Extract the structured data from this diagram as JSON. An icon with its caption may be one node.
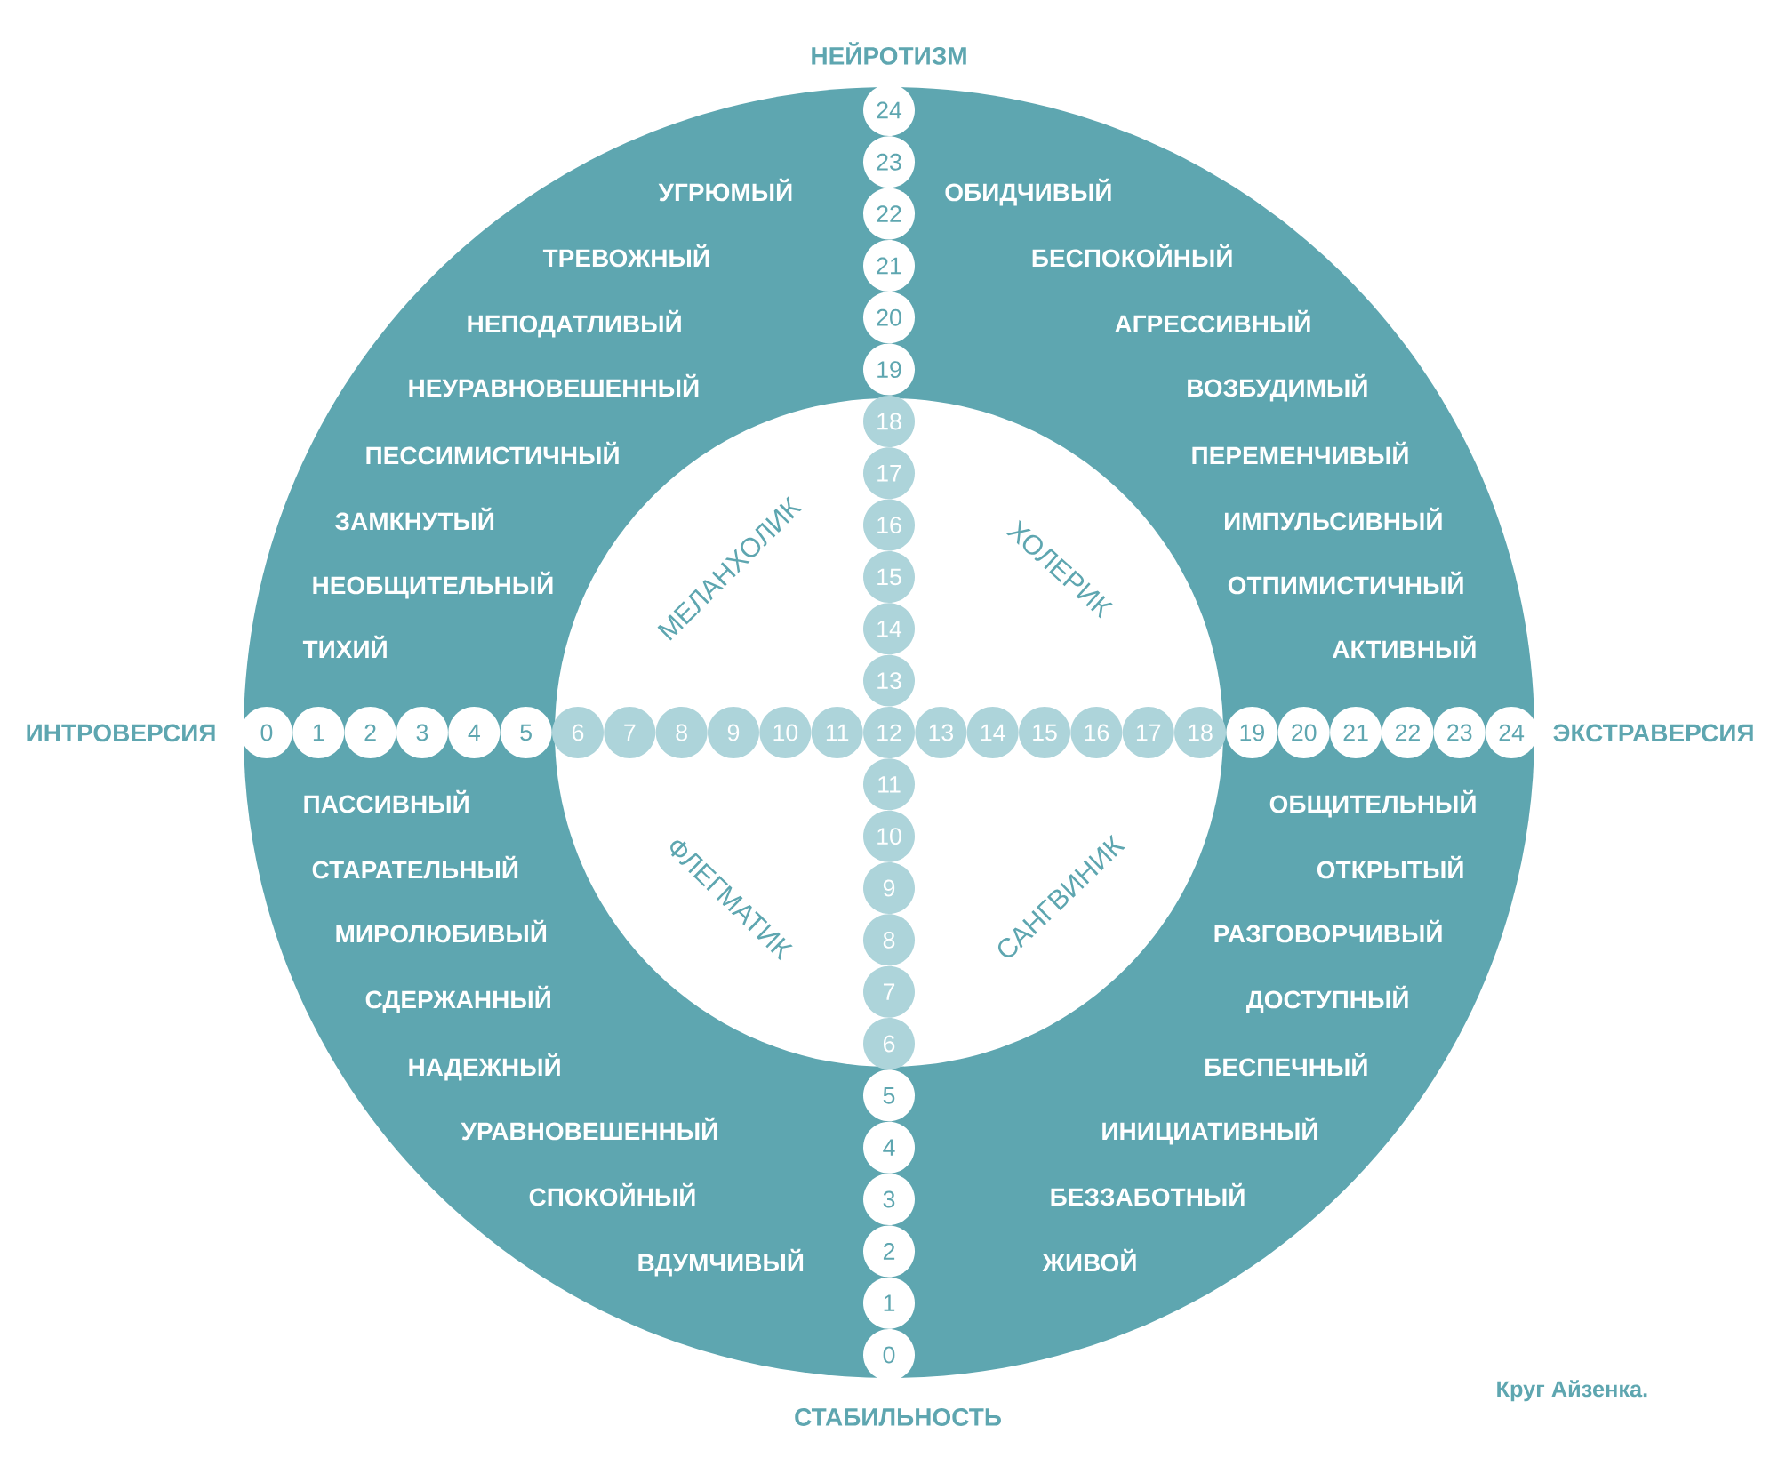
{
  "diagram": {
    "caption": "Круг Айзенка.",
    "nodes": [
      {
        "text": [
          "УГРЮМЫЙ",
          "ТРЕВОЖНЫЙ",
          "НЕПОДАТЛИВЫЙ",
          "НЕУРАВНОВЕШЕННЫЙ",
          "ПЕССИМИСТИЧНЫЙ",
          "ЗАМКНУТЫЙ",
          "НЕОБЩИТЕЛЬНЫЙ",
          "ТИХИЙ",
          "ОБИДЧИВЫЙ",
          "БЕСПОКОЙНЫЙ",
          "АГРЕССИВНЫЙ",
          "ВОЗБУДИМЫЙ",
          "ПЕРЕМЕНЧИВЫЙ",
          "ИМПУЛЬСИВНЫЙ",
          "ОТПИМИСТИЧНЫЙ",
          "АКТИВНЫЙ",
          "ПАССИВНЫЙ",
          "СТАРАТЕЛЬНЫЙ",
          "МИРОЛЮБИВЫЙ",
          "СДЕРЖАННЫЙ",
          "НАДЕЖНЫЙ",
          "УРАВНОВЕШЕННЫЙ",
          "СПОКОЙНЫЙ",
          "ВДУМЧИВЫЙ",
          "ОБЩИТЕЛЬНЫЙ",
          "ОТКРЫТЫЙ",
          "РАЗГОВОРЧИВЫЙ",
          "ДОСТУПНЫЙ",
          "БЕСПЕЧНЫЙ",
          "ИНИЦИАТИВНЫЙ",
          "БЕЗЗАБОТНЫЙ",
          "ЖИВОЙ"
        ]
      },
      {
        "text": [
          "МЕЛАНХОЛИК",
          "ХОЛЕРИК",
          "ФЛЕГМАТИК",
          "САНГВИНИК"
        ],
        "in": 0
      },
      {
        "text": [
          "24"
        ],
        "in": 0
      },
      {
        "text": [
          "23"
        ],
        "in": 0
      },
      {
        "text": [
          "22"
        ],
        "in": 0
      },
      {
        "text": [
          "21"
        ],
        "in": 0
      },
      {
        "text": [
          "20"
        ],
        "in": 0
      },
      {
        "text": [
          "19"
        ],
        "in": 0
      },
      {
        "text": [
          "18"
        ],
        "in": 1
      },
      {
        "text": [
          "17"
        ],
        "in": 1
      },
      {
        "text": [
          "16"
        ],
        "in": 1
      },
      {
        "text": [
          "15"
        ],
        "in": 1
      },
      {
        "text": [
          "14"
        ],
        "in": 1
      },
      {
        "text": [
          "13"
        ],
        "in": 1
      },
      {
        "text": [
          "0"
        ],
        "in": 0
      },
      {
        "text": [
          "1"
        ],
        "in": 0
      },
      {
        "text": [
          "2"
        ],
        "in": 0
      },
      {
        "text": [
          "3"
        ],
        "in": 0
      },
      {
        "text": [
          "4"
        ],
        "in": 0
      },
      {
        "text": [
          "5"
        ],
        "in": 0
      },
      {
        "text": [
          "6"
        ],
        "in": 1
      },
      {
        "text": [
          "7"
        ],
        "in": 1
      },
      {
        "text": [
          "8"
        ],
        "in": 1
      },
      {
        "text": [
          "9"
        ],
        "in": 1
      },
      {
        "text": [
          "10"
        ],
        "in": 1
      },
      {
        "text": [
          "11"
        ],
        "in": 1
      },
      {
        "text": [
          "12"
        ],
        "in": 1
      },
      {
        "text": [
          "13"
        ],
        "in": 1
      },
      {
        "text": [
          "14"
        ],
        "in": 1
      },
      {
        "text": [
          "15"
        ],
        "in": 1
      },
      {
        "text": [
          "16"
        ],
        "in": 1
      },
      {
        "text": [
          "17"
        ],
        "in": 1
      },
      {
        "text": [
          "18"
        ],
        "in": 1
      },
      {
        "text": [
          "19"
        ],
        "in": 0
      },
      {
        "text": [
          "20"
        ],
        "in": 0
      },
      {
        "text": [
          "21"
        ],
        "in": 0
      },
      {
        "text": [
          "22"
        ],
        "in": 0
      },
      {
        "text": [
          "23"
        ],
        "in": 0
      },
      {
        "text": [
          "24"
        ],
        "in": 0
      },
      {
        "text": [
          "11"
        ],
        "in": 1
      },
      {
        "text": [
          "10"
        ],
        "in": 1
      },
      {
        "text": [
          "9"
        ],
        "in": 1
      },
      {
        "text": [
          "8"
        ],
        "in": 1
      },
      {
        "text": [
          "7"
        ],
        "in": 1
      },
      {
        "text": [
          "6"
        ],
        "in": 1
      },
      {
        "text": [
          "5"
        ],
        "in": 0
      },
      {
        "text": [
          "4"
        ],
        "in": 0
      },
      {
        "text": [
          "3"
        ],
        "in": 0
      },
      {
        "text": [
          "2"
        ],
        "in": 0
      },
      {
        "text": [
          "1"
        ],
        "in": 0
      },
      {
        "text": [
          "0"
        ],
        "in": 0
      }
    ],
    "labels": [
      "НЕЙРОТИЗМ",
      "ИНТРОВЕРСИЯ",
      "ЭКСТРАВЕРСИЯ",
      "СТАБИЛЬНОСТЬ"
    ]
  }
}
